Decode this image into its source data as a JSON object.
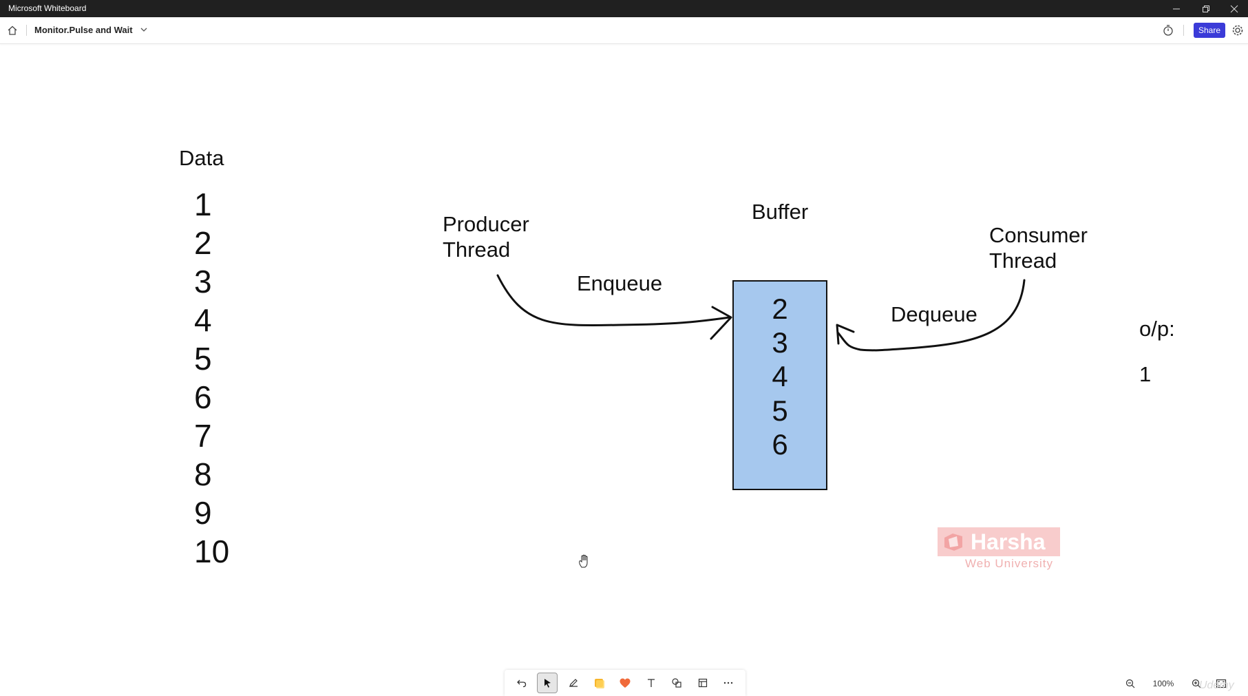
{
  "window": {
    "title": "Microsoft Whiteboard"
  },
  "appbar": {
    "board_title": "Monitor.Pulse and Wait",
    "share_label": "Share"
  },
  "canvas": {
    "data_heading": "Data",
    "data_values": [
      "1",
      "2",
      "3",
      "4",
      "5",
      "6",
      "7",
      "8",
      "9",
      "10"
    ],
    "producer_label_line1": "Producer",
    "producer_label_line2": "Thread",
    "enqueue_label": "Enqueue",
    "buffer_label": "Buffer",
    "buffer_values": [
      "2",
      "3",
      "4",
      "5",
      "6"
    ],
    "consumer_label_line1": "Consumer",
    "consumer_label_line2": "Thread",
    "dequeue_label": "Dequeue",
    "output_label": "o/p:",
    "output_values": [
      "1"
    ],
    "buffer_color": "#a6c8ee"
  },
  "watermark": {
    "name": "Harsha",
    "subtitle": "Web University",
    "corner_text": "Udemy"
  },
  "toolbar": {
    "tools": [
      "undo-icon",
      "select-icon",
      "pen-icon",
      "sticky-note-icon",
      "reaction-icon",
      "text-icon",
      "shapes-icon",
      "template-icon",
      "more-icon"
    ]
  },
  "zoom": {
    "level": "100%"
  }
}
